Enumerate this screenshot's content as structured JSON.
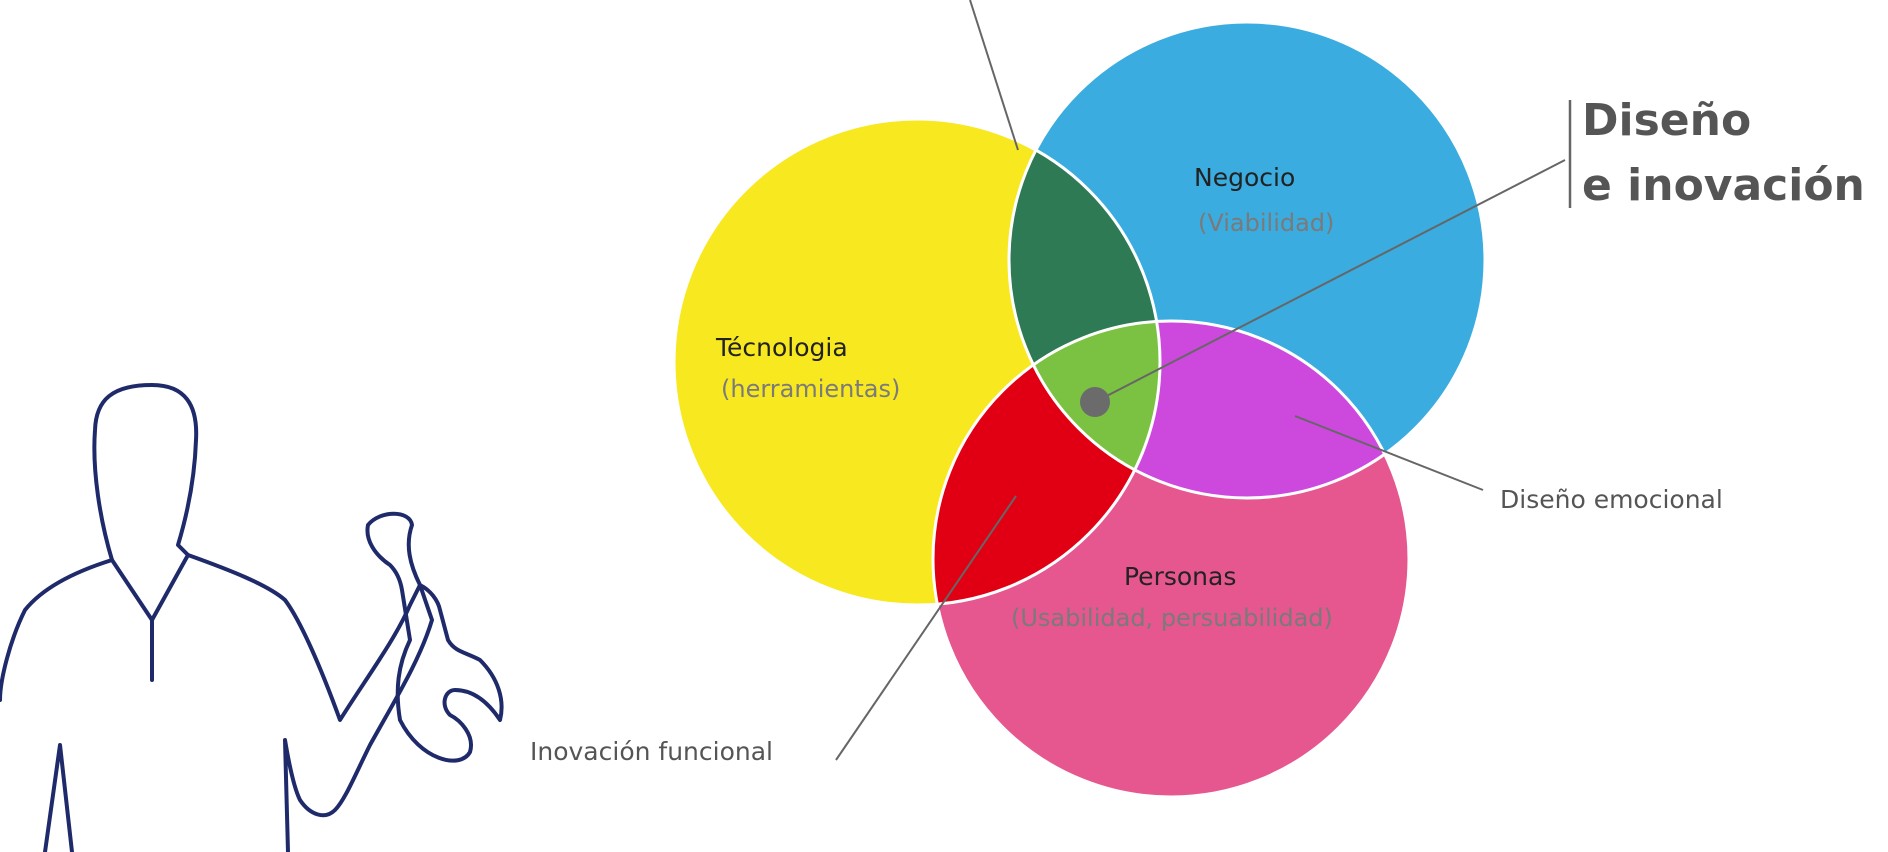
{
  "title": {
    "line1": "Diseño",
    "line2": "e inovación"
  },
  "circles": {
    "tecnologia": {
      "label": "Técnologia",
      "sub": "(herramientas)",
      "color": "#f8e81f"
    },
    "negocio": {
      "label": "Negocio",
      "sub": "(Viabilidad)",
      "color": "#3aace0"
    },
    "personas": {
      "label": "Personas",
      "sub": "(Usabilidad, persuabilidad)",
      "color": "#e5578e"
    }
  },
  "overlaps": {
    "tec_neg": {
      "color": "#2e7a55"
    },
    "tec_per": {
      "color": "#e10013"
    },
    "neg_per": {
      "color": "#cd49dd"
    },
    "center": {
      "color": "#7cc242"
    }
  },
  "callouts": {
    "emocional": "Diseño emocional",
    "funcional": "Inovación funcional"
  },
  "figure": {
    "stroke": "#1f2a6b"
  }
}
